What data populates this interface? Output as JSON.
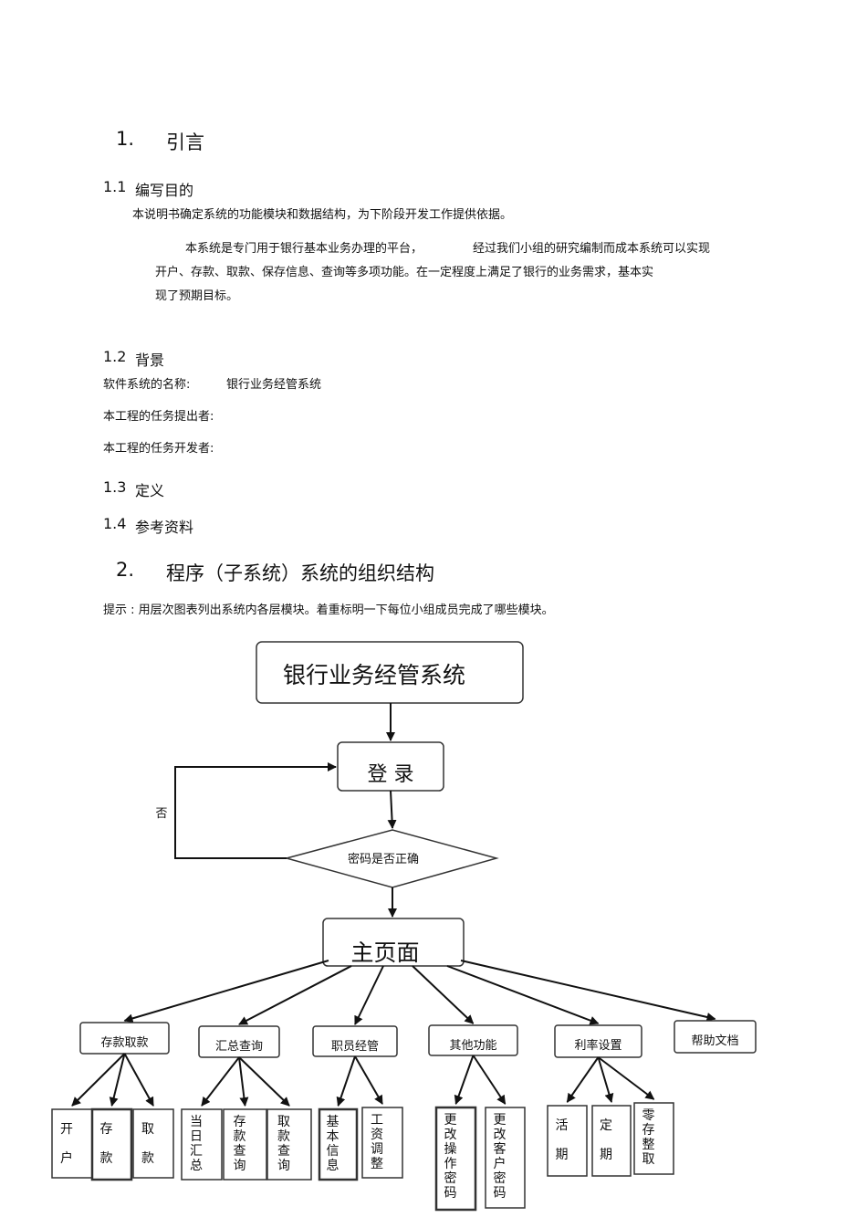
{
  "section1": {
    "num": "1.",
    "title": "引言"
  },
  "s1_1": {
    "num": "1.1",
    "title": "编写目的",
    "p1": "本说明书确定系统的功能模块和数据结构，为下阶段开发工作提供依据。",
    "p2a": "本系统是专门用于银行基本业务办理的平台，",
    "p2b": "经过我们小组的研究编制而成本系统可以实现",
    "p2c": "开户、存款、取款、保存信息、查询等多项功能。在一定程度上满足了银行的业务需求，基本实",
    "p2d": "现了预期目标。"
  },
  "s1_2": {
    "num": "1.2",
    "title": "背景",
    "name_label": "软件系统的名称:",
    "name_value": "银行业务经管系统",
    "proposer_label": "本工程的任务提出者:",
    "developer_label": "本工程的任务开发者:"
  },
  "s1_3": {
    "num": "1.3",
    "title": "定义"
  },
  "s1_4": {
    "num": "1.4",
    "title": "参考资料"
  },
  "section2": {
    "num": "2.",
    "title": "程序（子系统）系统的组织结构",
    "hint": "提示 : 用层次图表列出系统内各层模块。着重标明一下每位小组成员完成了哪些模块。"
  },
  "diagram": {
    "root": "银行业务经管系统",
    "login": "登  录",
    "decision": "密码是否正确",
    "no_label": "否",
    "main": "主页面",
    "modules": [
      "存款取款",
      "汇总查询",
      "职员经管",
      "其他功能",
      "利率设置",
      "帮助文档"
    ],
    "leaves": [
      [
        "开户",
        "存款",
        "取款"
      ],
      [
        "当日汇总",
        "存款查询",
        "取款查询"
      ],
      [
        "基本信息",
        "工资调整"
      ],
      [
        "更改操作密码",
        "更改客户密码"
      ],
      [
        "活期",
        "定期",
        "零存整取"
      ],
      []
    ]
  }
}
